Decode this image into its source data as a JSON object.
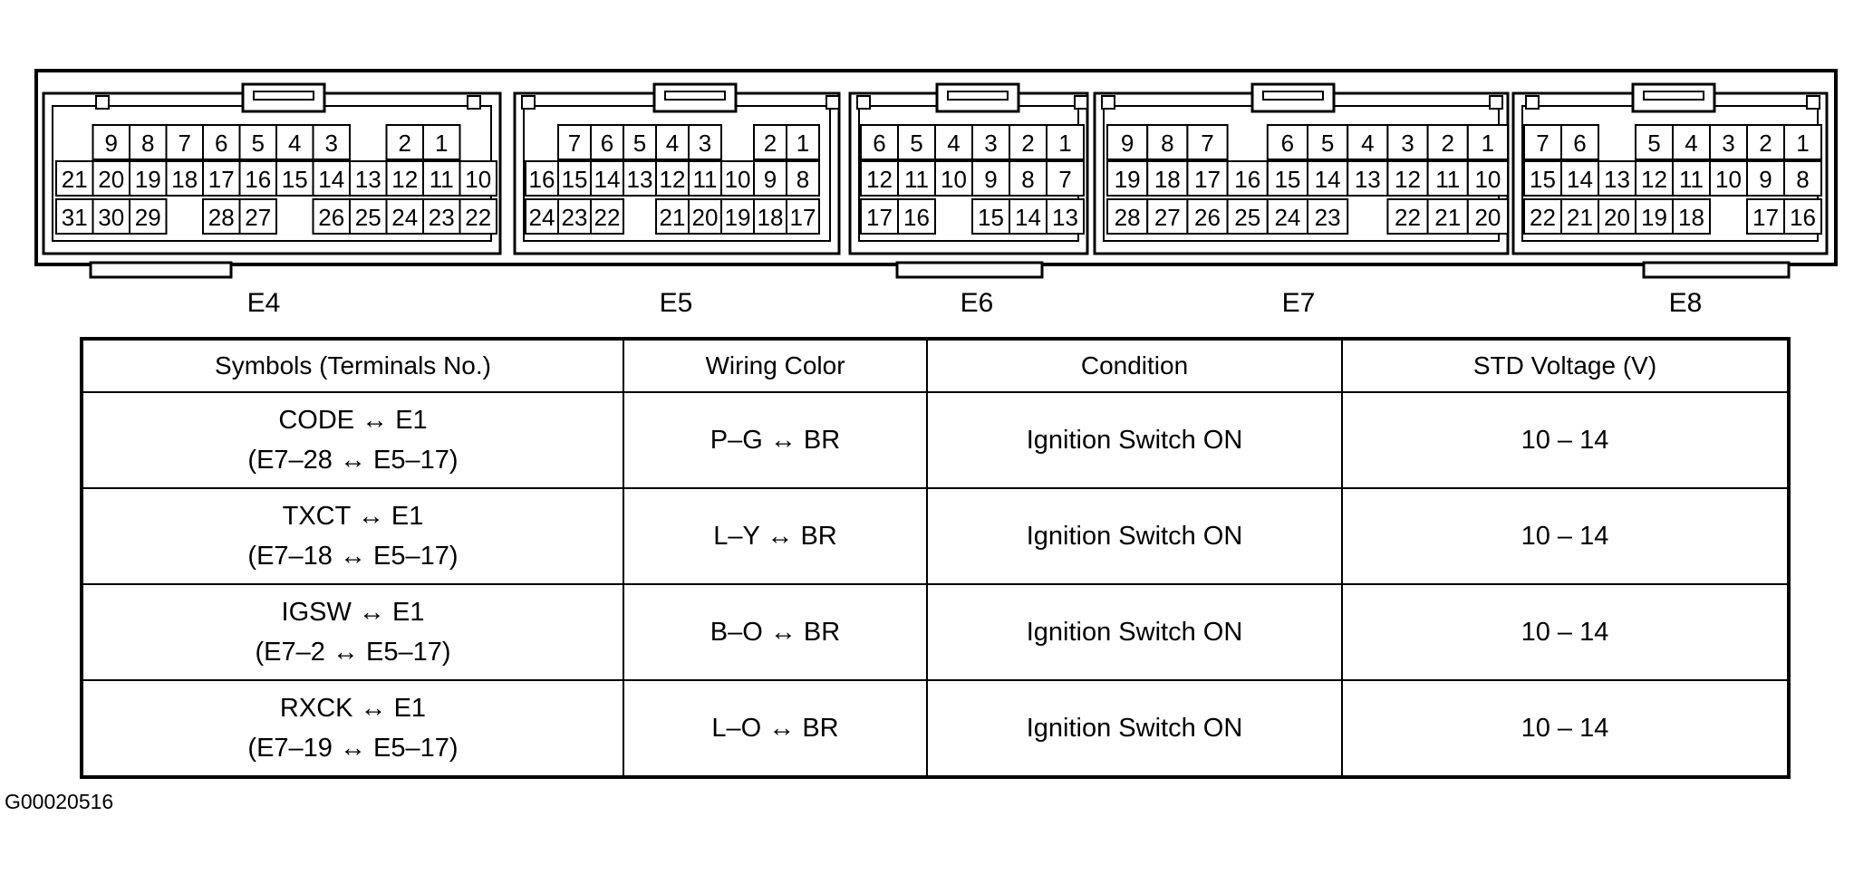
{
  "connectors": [
    {
      "name": "E4",
      "rows": [
        [
          null,
          "9",
          "8",
          "7",
          "6",
          "5",
          "4",
          "3",
          null,
          "2",
          "1",
          null
        ],
        [
          "21",
          "20",
          "19",
          "18",
          "17",
          "16",
          "15",
          "14",
          "13",
          "12",
          "11",
          "10"
        ],
        [
          "31",
          "30",
          "29",
          null,
          "28",
          "27",
          null,
          "26",
          "25",
          "24",
          "23",
          "22"
        ]
      ]
    },
    {
      "name": "E5",
      "rows": [
        [
          null,
          "7",
          "6",
          "5",
          "4",
          "3",
          null,
          "2",
          "1",
          null
        ],
        [
          "16",
          "15",
          "14",
          "13",
          "12",
          "11",
          "10",
          "9",
          "8",
          null
        ],
        [
          "24",
          "23",
          "22",
          null,
          "21",
          "20",
          "19",
          "18",
          "17",
          null
        ]
      ]
    },
    {
      "name": "E6",
      "rows": [
        [
          "6",
          "5",
          "4",
          "3",
          "2",
          "1"
        ],
        [
          "12",
          "11",
          "10",
          "9",
          "8",
          "7"
        ],
        [
          "17",
          "16",
          null,
          "15",
          "14",
          "13"
        ]
      ]
    },
    {
      "name": "E7",
      "rows": [
        [
          "9",
          "8",
          "7",
          null,
          "6",
          "5",
          "4",
          "3",
          "2",
          "1"
        ],
        [
          "19",
          "18",
          "17",
          "16",
          "15",
          "14",
          "13",
          "12",
          "11",
          "10"
        ],
        [
          "28",
          "27",
          "26",
          "25",
          "24",
          "23",
          null,
          "22",
          "21",
          "20"
        ]
      ]
    },
    {
      "name": "E8",
      "rows": [
        [
          "7",
          "6",
          null,
          "5",
          "4",
          "3",
          "2",
          "1"
        ],
        [
          "15",
          "14",
          "13",
          "12",
          "11",
          "10",
          "9",
          "8"
        ],
        [
          "22",
          "21",
          "20",
          "19",
          "18",
          null,
          "17",
          "16"
        ]
      ]
    }
  ],
  "table": {
    "headers": [
      "Symbols (Terminals No.)",
      "Wiring Color",
      "Condition",
      "STD Voltage (V)"
    ],
    "rows": [
      {
        "symbol": "CODE ↔ E1",
        "terminals": "(E7–28 ↔ E5–17)",
        "wiring": "P–G ↔ BR",
        "condition": "Ignition Switch ON",
        "voltage": "10 – 14"
      },
      {
        "symbol": "TXCT ↔ E1",
        "terminals": "(E7–18 ↔ E5–17)",
        "wiring": "L–Y ↔ BR",
        "condition": "Ignition Switch ON",
        "voltage": "10 – 14"
      },
      {
        "symbol": "IGSW ↔ E1",
        "terminals": "(E7–2 ↔ E5–17)",
        "wiring": "B–O ↔ BR",
        "condition": "Ignition Switch ON",
        "voltage": "10 – 14"
      },
      {
        "symbol": "RXCK ↔ E1",
        "terminals": "(E7–19 ↔ E5–17)",
        "wiring": "L–O ↔ BR",
        "condition": "Ignition Switch ON",
        "voltage": "10 – 14"
      }
    ]
  },
  "figure_id": "G00020516"
}
